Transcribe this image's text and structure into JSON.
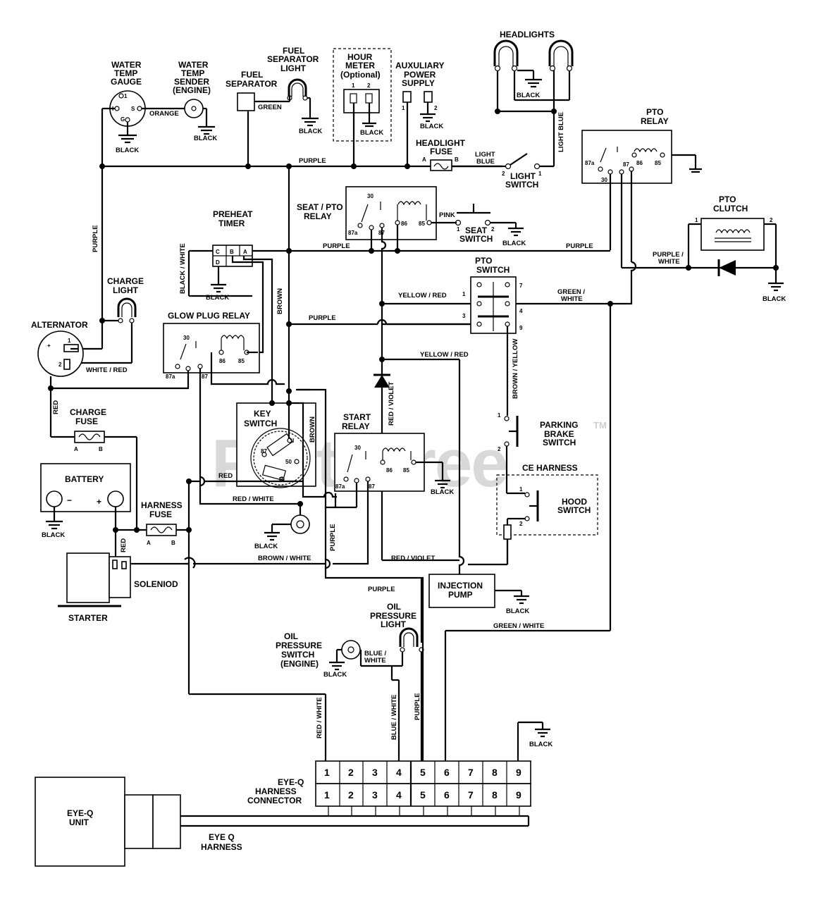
{
  "watermark": {
    "text": "PartsTree",
    "tm": "TM"
  },
  "components": {
    "water_temp_gauge": [
      "WATER",
      "TEMP",
      "GAUGE"
    ],
    "water_temp_sender": [
      "WATER",
      "TEMP",
      "SENDER",
      "(ENGINE)"
    ],
    "fuel_separator": [
      "FUEL",
      "SEPARATOR"
    ],
    "fuel_separator_light": [
      "FUEL",
      "SEPARATOR",
      "LIGHT"
    ],
    "hour_meter": [
      "HOUR",
      "METER",
      "(Optional)"
    ],
    "aux_power": [
      "AUXULIARY",
      "POWER",
      "SUPPLY"
    ],
    "headlights": "HEADLIGHTS",
    "headlight_fuse": [
      "HEADLIGHT",
      "FUSE"
    ],
    "light_switch": [
      "LIGHT",
      "SWITCH"
    ],
    "pto_relay": [
      "PTO",
      "RELAY"
    ],
    "seat_pto_relay": [
      "SEAT / PTO",
      "RELAY"
    ],
    "seat_switch": [
      "SEAT",
      "SWITCH"
    ],
    "pto_clutch": [
      "PTO",
      "CLUTCH"
    ],
    "preheat_timer": [
      "PREHEAT",
      "TIMER"
    ],
    "charge_light": [
      "CHARGE",
      "LIGHT"
    ],
    "alternator": "ALTERNATOR",
    "glow_plug_relay": "GLOW PLUG RELAY",
    "pto_switch": [
      "PTO",
      "SWITCH"
    ],
    "key_switch": [
      "KEY",
      "SWITCH"
    ],
    "start_relay": [
      "START",
      "RELAY"
    ],
    "charge_fuse": [
      "CHARGE",
      "FUSE"
    ],
    "battery": "BATTERY",
    "harness_fuse": [
      "HARNESS",
      "FUSE"
    ],
    "parking_brake_switch": [
      "PARKING",
      "BRAKE",
      "SWITCH"
    ],
    "ce_harness": "CE HARNESS",
    "hood_switch": [
      "HOOD",
      "SWITCH"
    ],
    "solenoid": "SOLENIOD",
    "starter": "STARTER",
    "injection_pump": [
      "INJECTION",
      "PUMP"
    ],
    "oil_pressure_light": [
      "OIL",
      "PRESSURE",
      "LIGHT"
    ],
    "oil_pressure_switch": [
      "OIL",
      "PRESSURE",
      "SWITCH",
      "(ENGINE)"
    ],
    "eyeq_connector": [
      "EYE-Q",
      "HARNESS",
      "CONNECTOR"
    ],
    "eyeq_unit": [
      "EYE-Q",
      "UNIT"
    ],
    "eyeq_harness": [
      "EYE Q",
      "HARNESS"
    ]
  },
  "wires": {
    "black": "BLACK",
    "orange": "ORANGE",
    "green": "GREEN",
    "purple": "PURPLE",
    "light_blue": [
      "LIGHT",
      "BLUE"
    ],
    "light_blue_v": "LIGHT BLUE",
    "pink": "PINK",
    "black_white": "BLACK / WHITE",
    "brown": "BROWN",
    "yellow_red": "YELLOW / RED",
    "green_white": "GREEN / WHITE",
    "green_white_2": [
      "GREEN /",
      "WHITE"
    ],
    "purple_white": [
      "PURPLE /",
      "WHITE"
    ],
    "white_red": "WHITE / RED",
    "red": "RED",
    "red_violet": "RED / VIOLET",
    "red_white": "RED / WHITE",
    "brown_yellow": "BROWN / YELLOW",
    "brown_white": "BROWN / WHITE",
    "blue_white": [
      "BLUE /",
      "WHITE"
    ],
    "blue_white_v": "BLUE / WHITE"
  },
  "pins": {
    "p1": "1",
    "p2": "2",
    "p3": "3",
    "p4": "4",
    "p5": "5",
    "p6": "6",
    "p7": "7",
    "p8": "8",
    "p9": "9",
    "p30": "30",
    "p85": "85",
    "p86": "86",
    "p87": "87",
    "p87a": "87a",
    "p50": "50",
    "pA": "A",
    "pB": "B",
    "pC": "C",
    "pD": "D",
    "pI": "I",
    "pS": "S",
    "pG": "G",
    "plus": "+",
    "minus": "−"
  },
  "connector_pins": [
    "1",
    "2",
    "3",
    "4",
    "5",
    "6",
    "7",
    "8",
    "9"
  ]
}
